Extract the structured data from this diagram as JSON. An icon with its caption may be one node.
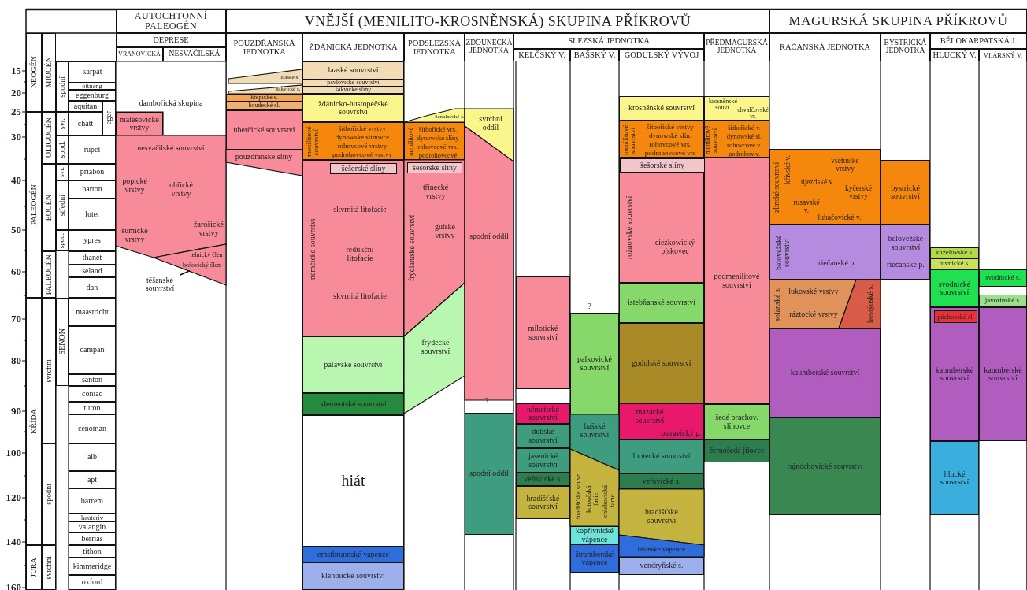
{
  "diagram": {
    "nodes": [
      {
        "text": [
          "AUTOCHTONNÍ PALEOGÉN"
        ]
      },
      {
        "text": [
          "VNĚJŠÍ (MENILITO-KROSNĚNSKÁ) SKUPINA PŘÍKROVŮ"
        ]
      },
      {
        "text": [
          "MAGURSKÁ SKUPINA PŘÍKROVŮ"
        ]
      },
      {
        "text": [
          "DEPRESE"
        ]
      },
      {
        "text": [
          "VRANOVICKÁ"
        ]
      },
      {
        "text": [
          "NESVAČILSKÁ"
        ]
      },
      {
        "text": [
          "POUZDŘANSKÁ JEDNOTKA"
        ]
      },
      {
        "text": [
          "ŽDÁNICKÁ JEDNOTKA"
        ]
      },
      {
        "text": [
          "PODSLEZSKÁ JEDNOTKA"
        ]
      },
      {
        "text": [
          "ZDOUNECKÁ JEDNOTKA"
        ]
      },
      {
        "text": [
          "SLEZSKÁ JEDNOTKA"
        ]
      },
      {
        "text": [
          "KELČSKÝ V."
        ]
      },
      {
        "text": [
          "BAŠSKÝ V."
        ]
      },
      {
        "text": [
          "GODULSKÝ VÝVOJ"
        ]
      },
      {
        "text": [
          "PŘEDMAGURSKÁ JEDNOTKA"
        ]
      },
      {
        "text": [
          "RAČANSKÁ JEDNOTKA"
        ]
      },
      {
        "text": [
          "BYSTRICKÁ JEDNOTKA"
        ]
      },
      {
        "text": [
          "BĚLOKARPATSKÁ J."
        ]
      },
      {
        "text": [
          "HLUCKÝ V."
        ]
      },
      {
        "text": [
          "VLÁRSKÝ V."
        ]
      },
      {
        "text": [
          "NEOGÉN"
        ]
      },
      {
        "text": [
          "MIOCÉN"
        ]
      },
      {
        "text": [
          "spodní"
        ]
      },
      {
        "text": [
          "karpat"
        ]
      },
      {
        "text": [
          "ottnang"
        ]
      },
      {
        "text": [
          "eggenburg"
        ]
      },
      {
        "text": [
          "aquitan"
        ]
      },
      {
        "text": [
          "eger"
        ]
      },
      {
        "text": [
          "PALEOGÉN"
        ]
      },
      {
        "text": [
          "OLIGOCÉN"
        ]
      },
      {
        "text": [
          "svr."
        ]
      },
      {
        "text": [
          "chatt"
        ]
      },
      {
        "text": [
          "spod."
        ]
      },
      {
        "text": [
          "rupel"
        ]
      },
      {
        "text": [
          "EOCÉN"
        ]
      },
      {
        "text": [
          "svr."
        ]
      },
      {
        "text": [
          "priabon"
        ]
      },
      {
        "text": [
          "střední"
        ]
      },
      {
        "text": [
          "barton"
        ]
      },
      {
        "text": [
          "lutet"
        ]
      },
      {
        "text": [
          "spod."
        ]
      },
      {
        "text": [
          "ypres"
        ]
      },
      {
        "text": [
          "PALEOCÉN"
        ]
      },
      {
        "text": [
          "thanet"
        ]
      },
      {
        "text": [
          "seland"
        ]
      },
      {
        "text": [
          "dan"
        ]
      },
      {
        "text": [
          "KŘÍDA"
        ]
      },
      {
        "text": [
          "svrchní"
        ]
      },
      {
        "text": [
          "SENON"
        ]
      },
      {
        "text": [
          "maastricht"
        ]
      },
      {
        "text": [
          "campan"
        ]
      },
      {
        "text": [
          "santon"
        ]
      },
      {
        "text": [
          "coniac"
        ]
      },
      {
        "text": [
          "turon"
        ]
      },
      {
        "text": [
          "cenoman"
        ]
      },
      {
        "text": [
          "spodní"
        ]
      },
      {
        "text": [
          "alb"
        ]
      },
      {
        "text": [
          "apt"
        ]
      },
      {
        "text": [
          "barrem"
        ]
      },
      {
        "text": [
          "hauteriv"
        ]
      },
      {
        "text": [
          "valangin"
        ]
      },
      {
        "text": [
          "berrias"
        ]
      },
      {
        "text": [
          "JURA"
        ]
      },
      {
        "text": [
          "svrchní"
        ]
      },
      {
        "text": [
          "tithon"
        ]
      },
      {
        "text": [
          "kimmeridge"
        ]
      },
      {
        "text": [
          "oxford"
        ]
      },
      {
        "text": [
          "dambořická skupina"
        ]
      },
      {
        "text": [
          "malešovické vrstvy"
        ]
      },
      {
        "text": [
          "nesvačilské souvrství",
          "popické vrstvy",
          "uhřické vrstvy",
          "žarošické vrstvy",
          "šumické vrstvy"
        ]
      },
      {
        "text": [
          "telnický člen",
          "bošovický člen"
        ]
      },
      {
        "text": [
          "těšanské souvrství"
        ]
      },
      {
        "text": [
          "laaské s."
        ]
      },
      {
        "text": [
          "šakvické s."
        ]
      },
      {
        "text": [
          "křepické s."
        ]
      },
      {
        "text": [
          "boudecké sl."
        ]
      },
      {
        "text": [
          "uherčické souvrství"
        ]
      },
      {
        "text": [
          "pouzdřanské slíny"
        ]
      },
      {
        "text": [
          "laaské souvrství"
        ]
      },
      {
        "text": [
          "pavlovické souvrství"
        ]
      },
      {
        "text": [
          "šakvické slíny"
        ]
      },
      {
        "text": [
          "ždánicko-hustopečské souvrství"
        ]
      },
      {
        "text": [
          "menilitové souvrství",
          "šitbořické vrstvy",
          "dynowské slínovce",
          "rohovcové vrstvy",
          "podrohovcové vrstvy"
        ]
      },
      {
        "text": [
          "němčické souvrství",
          "skvrnitá litofacie",
          "redukční litofacie",
          "skvrnitá litofacie"
        ]
      },
      {
        "text": [
          "šešorské slíny"
        ],
        "in": 83
      },
      {
        "text": [
          "pálavské souvrství"
        ]
      },
      {
        "text": [
          "klementské souvrství"
        ]
      },
      {
        "text": [
          "hiát"
        ]
      },
      {
        "text": [
          "emstbrunnské vápence"
        ]
      },
      {
        "text": [
          "klentnické souvrství"
        ]
      },
      {
        "text": [
          "ženklavské s."
        ]
      },
      {
        "text": [
          "menilitové",
          "šitbořické vrs.",
          "dynowské slíny",
          "rohovcové vrs.",
          "podrohovcové"
        ]
      },
      {
        "text": [
          "frýdlantské souvrství",
          "třinecké vrstvy",
          "gutské vrstvy"
        ]
      },
      {
        "text": [
          "šešorské slíny"
        ],
        "in": 92
      },
      {
        "text": [
          "frýdecké souvrství"
        ]
      },
      {
        "text": [
          "svrchní oddíl"
        ]
      },
      {
        "text": [
          "spodní oddíl"
        ]
      },
      {
        "text": [
          "spodní oddíl"
        ]
      },
      {
        "text": [
          "milotické souvrství"
        ]
      },
      {
        "text": [
          "němetické souvrství"
        ]
      },
      {
        "text": [
          "dubské souvrství"
        ]
      },
      {
        "text": [
          "jasenické souvrství"
        ]
      },
      {
        "text": [
          "veřovické s."
        ]
      },
      {
        "text": [
          "hradišťské souvrství"
        ]
      },
      {
        "text": [
          "palkovické souvrství"
        ]
      },
      {
        "text": [
          "bašské souvrství"
        ]
      },
      {
        "text": [
          "hradišťské souvr.",
          "kotoučská facie",
          "chlebovická facie"
        ]
      },
      {
        "text": [
          "kopřivnické vápence"
        ]
      },
      {
        "text": [
          "štramberské vápence"
        ]
      },
      {
        "text": [
          "krosněnské souvrství"
        ]
      },
      {
        "text": [
          "menilitové souvrství",
          "šitbořické vrstvy",
          "dynowské slín.",
          "rohovcové vrs.",
          "podrohovcové vrs"
        ]
      },
      {
        "text": [
          "rožnovské souvrství",
          "ciezkowický pískovec"
        ]
      },
      {
        "text": [
          "šešorské slíny"
        ],
        "in": 111
      },
      {
        "text": [
          "istebňanské souvrství"
        ]
      },
      {
        "text": [
          "godulské souvrství"
        ]
      },
      {
        "text": [
          "mazácké souvrství",
          "ostravický p."
        ]
      },
      {
        "text": [
          "lhotecké souvrství"
        ]
      },
      {
        "text": [
          "veřovické s."
        ]
      },
      {
        "text": [
          "hradišťské souvrství"
        ]
      },
      {
        "text": [
          "těšínské vápence"
        ]
      },
      {
        "text": [
          "vendryňské s."
        ]
      },
      {
        "text": [
          "krosněnské souvr.",
          "chvalčovské vr."
        ]
      },
      {
        "text": [
          "menilitové souvrství",
          "šitbořické v.",
          "dynowské sl.",
          "rohovcové v.",
          "podrohov.v."
        ]
      },
      {
        "text": [
          "podmenilitové souvrství"
        ]
      },
      {
        "text": [
          "šedé prachov. slínovce"
        ]
      },
      {
        "text": [
          "černošedé jílovce"
        ]
      },
      {
        "text": [
          "zlínské souvrství",
          "křivské v.",
          "vsetínské vrstvy",
          "újezdské v.",
          "kyčerské vrstvy",
          "rusavské v.",
          "luhačovické v."
        ]
      },
      {
        "text": [
          "belovežské souvrství",
          "riečanské p."
        ]
      },
      {
        "text": [
          "solánské s.",
          "lukovské vrstvy",
          "ráztocké vrstvy"
        ]
      },
      {
        "text": [
          "hostýnské s."
        ]
      },
      {
        "text": [
          "kaumberské souvrství"
        ]
      },
      {
        "text": [
          "rajnochovické souvrství"
        ]
      },
      {
        "text": [
          "bystrické souvrství"
        ]
      },
      {
        "text": [
          "belovežské souvrství",
          "riečanské p."
        ]
      },
      {
        "text": [
          "kuželovské s."
        ]
      },
      {
        "text": [
          "nivnické s."
        ]
      },
      {
        "text": [
          "svodnické souvrství"
        ]
      },
      {
        "text": [
          "kaumberské souvrství"
        ]
      },
      {
        "text": [
          "púchovské sl."
        ],
        "in": 137
      },
      {
        "text": [
          "hlucké souvrství"
        ]
      },
      {
        "text": [
          "svodnické s."
        ]
      },
      {
        "text": [
          "javorinské s."
        ]
      },
      {
        "text": [
          "kaumberské souvrství"
        ]
      }
    ],
    "edges": [
      {
        "from": 71,
        "to": 70,
        "arrow": "none"
      }
    ],
    "labels": [
      "15",
      "20",
      "25",
      "30",
      "40",
      "50",
      "60",
      "70",
      "80",
      "90",
      "100",
      "120",
      "140",
      "160",
      "?",
      "?"
    ]
  }
}
